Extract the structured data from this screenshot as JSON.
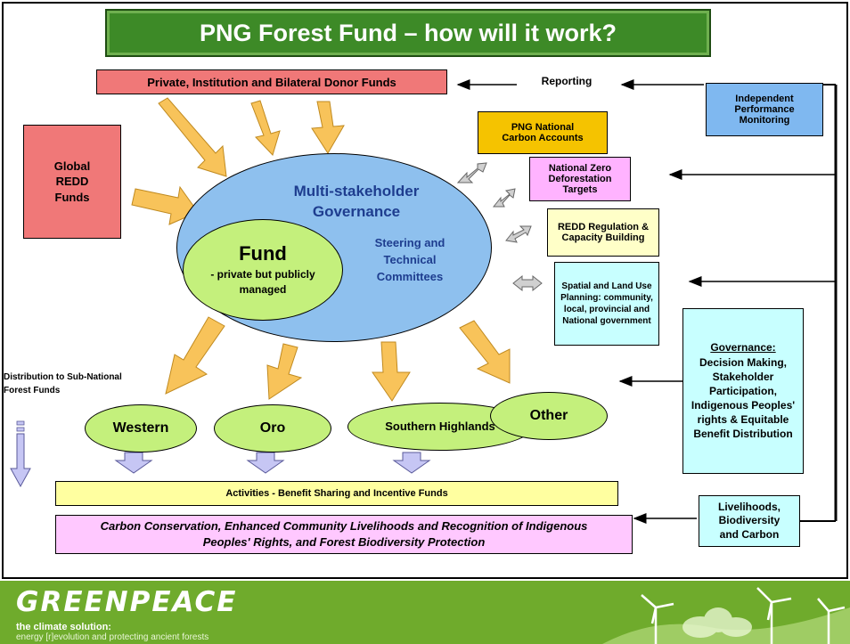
{
  "title": "PNG Forest Fund – how will it work?",
  "donor_funds": "Private, Institution and Bilateral Donor Funds",
  "reporting": "Reporting",
  "independent_monitoring": "Independent Performance Monitoring",
  "global_redd": "Global REDD Funds",
  "carbon_accounts": "PNG National Carbon Accounts",
  "zero_deforestation": "National Zero Deforestation Targets",
  "redd_regulation": "REDD Regulation & Capacity Building",
  "spatial_planning": "Spatial and Land Use Planning: community, local, provincial and National government",
  "governance_heading": "Multi-stakeholder Governance",
  "steering": "Steering and Technical Committees",
  "fund_title": "Fund",
  "fund_sub": "- private but publicly managed",
  "distribution": "Distribution to Sub-National Forest Funds",
  "regions": [
    "Western",
    "Oro",
    "Southern Highlands",
    "Other"
  ],
  "governance_box": {
    "heading": "Governance:",
    "body": "Decision Making, Stakeholder Participation, Indigenous Peoples' rights & Equitable Benefit Distribution"
  },
  "activities": "Activities - Benefit Sharing and Incentive Funds",
  "outcomes": "Carbon Conservation, Enhanced Community Livelihoods and Recognition of Indigenous Peoples' Rights, and Forest Biodiversity Protection",
  "livelihoods": "Livelihoods, Biodiversity and Carbon",
  "footer": {
    "brand": "GREENPEACE",
    "tagline": "the climate solution:",
    "subline": "energy [r]evolution and protecting ancient forests"
  },
  "colors": {
    "title_bg": "#3d8a27",
    "donor_box": "#f07878",
    "monitoring_box": "#7fb8f0",
    "carbon_box": "#f5c300",
    "zero_box": "#ffb3ff",
    "redd_box": "#ffffc8",
    "spatial_box": "#c8ffff",
    "governance_ellipse": "#8ec0ee",
    "fund_ellipse": "#c4f07c",
    "arrow_orange": "#f8c35a",
    "footer_green": "#6fab2c"
  }
}
